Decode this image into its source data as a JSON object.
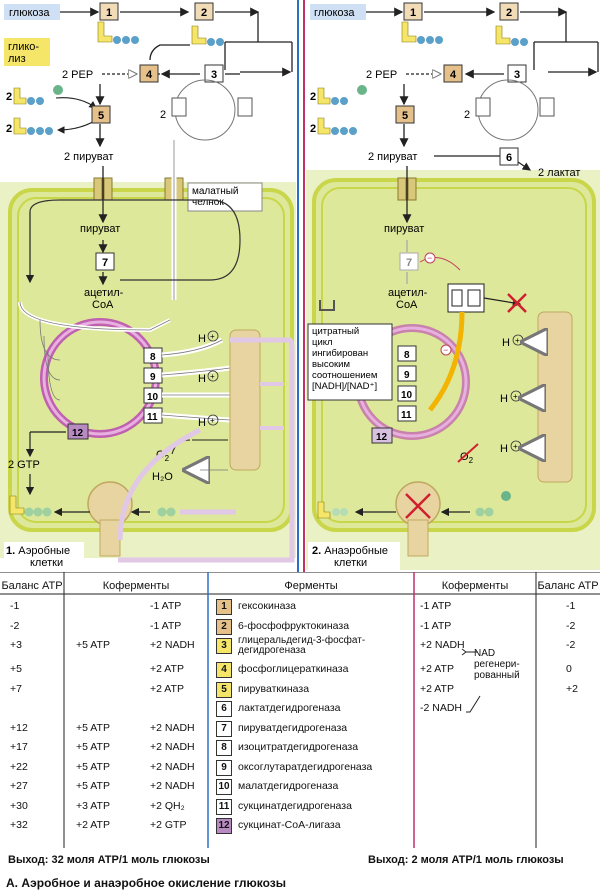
{
  "colors": {
    "cytoplasm": "#eaf2c5",
    "mitochondrion": "#dde89a",
    "membrane": "#c9d64a",
    "cycle": "#c060b0",
    "shuttle": "#e0c8e6",
    "enzyme_box": "#f2dcb8",
    "divider_blue": "#2a70c8",
    "divider_red": "#c0306a"
  },
  "left": {
    "glucose": "глюкоза",
    "glycolysis": "глико-\nлиз",
    "pep": "2 PEP",
    "pyruvate2": "2 пируват",
    "pyruvate": "пируват",
    "acetyl_coa": "ацетил-\nCoA",
    "malate_shuttle": "малатный\nчелнок",
    "h_plus": "H",
    "o2": "O",
    "h2o": "H₂O",
    "gtp": "2 GTP",
    "panel_title": "1. Аэробные\nклетки",
    "coef2": "2"
  },
  "right": {
    "glucose": "глюкоза",
    "pep": "2 PEP",
    "pyruvate2": "2 пируват",
    "lactate": "2 лактат",
    "pyruvate": "пируват",
    "acetyl_coa": "ацетил-\nCoA",
    "inhibited_note": "цитратный\nцикл\nингибирован\nвысоким\nсоотношением\n[NADH]/[NAD⁺]",
    "h_plus": "H",
    "o2": "O",
    "panel_title": "2. Анаэробные\nклетки"
  },
  "table": {
    "headers": {
      "balance_left": "Баланс ATP",
      "coenzymes_left": "Коферменты",
      "enzymes": "Ферменты",
      "coenzymes_right": "Коферменты",
      "balance_right": "Баланс ATP"
    },
    "rows": [
      {
        "num": "1",
        "enzyme": "гексокиназа",
        "bal_l": "-1",
        "coe_l_a": "",
        "coe_l_b": "-1 ATP",
        "coe_r": "-1 ATP",
        "bal_r": "-1"
      },
      {
        "num": "2",
        "enzyme": "6-фосфофруктокиназа",
        "bal_l": "-2",
        "coe_l_a": "",
        "coe_l_b": "-1 ATP",
        "coe_r": "-1 ATP",
        "bal_r": "-2"
      },
      {
        "num": "3",
        "enzyme": "глицеральдегид-3-фосфат-\nдегидрогеназа",
        "bal_l": "+3",
        "coe_l_a": "+5 ATP",
        "coe_l_b": "+2 NADH",
        "coe_r": "+2 NADH",
        "bal_r": "-2"
      },
      {
        "num": "4",
        "enzyme": "фосфоглицераткиназа",
        "bal_l": "+5",
        "coe_l_a": "",
        "coe_l_b": "+2 ATP",
        "coe_r": "+2 ATP",
        "bal_r": "0"
      },
      {
        "num": "5",
        "enzyme": "пируваткиназа",
        "bal_l": "+7",
        "coe_l_a": "",
        "coe_l_b": "+2 ATP",
        "coe_r": "+2 ATP",
        "bal_r": "+2"
      },
      {
        "num": "6",
        "enzyme": "лактатдегидрогеназа",
        "bal_l": "",
        "coe_l_a": "",
        "coe_l_b": "",
        "coe_r": "-2 NADH",
        "bal_r": ""
      },
      {
        "num": "7",
        "enzyme": "пируватдегидрогеназа",
        "bal_l": "+12",
        "coe_l_a": "+5 ATP",
        "coe_l_b": "+2 NADH",
        "coe_r": "",
        "bal_r": ""
      },
      {
        "num": "8",
        "enzyme": "изоцитратдегидрогеназа",
        "bal_l": "+17",
        "coe_l_a": "+5 ATP",
        "coe_l_b": "+2 NADH",
        "coe_r": "",
        "bal_r": ""
      },
      {
        "num": "9",
        "enzyme": "оксоглутаратдегидрогеназа",
        "bal_l": "+22",
        "coe_l_a": "+5 ATP",
        "coe_l_b": "+2 NADH",
        "coe_r": "",
        "bal_r": ""
      },
      {
        "num": "10",
        "enzyme": "малатдегидрогеназа",
        "bal_l": "+27",
        "coe_l_a": "+5 ATP",
        "coe_l_b": "+2 NADH",
        "coe_r": "",
        "bal_r": ""
      },
      {
        "num": "11",
        "enzyme": "сукцинатдегидрогеназа",
        "bal_l": "+30",
        "coe_l_a": "+3 ATP",
        "coe_l_b": "+2 QH₂",
        "coe_r": "",
        "bal_r": ""
      },
      {
        "num": "12",
        "enzyme": "сукцинат-CoA-лигаза",
        "bal_l": "+32",
        "coe_l_a": "+2 ATP",
        "coe_l_b": "+2 GTP",
        "coe_r": "",
        "bal_r": ""
      }
    ],
    "nad_note": "NAD\nрегенери-\nрованный",
    "footer_left": "Выход: 32 моля ATP/1 моль глюкозы",
    "footer_right": "Выход: 2 моля ATP/1 моль глюкозы"
  },
  "caption": "А. Аэробное и анаэробное окисление глюкозы"
}
